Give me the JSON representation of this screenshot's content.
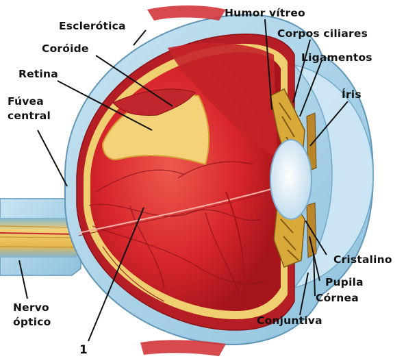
{
  "labels": {
    "esclerotica": "Esclerótica",
    "coroide": "Coróide",
    "retina": "Retina",
    "fuvea_line1": "Fúvea",
    "fuvea_line2": "central",
    "nervo_line1": "Nervo",
    "nervo_line2": "óptico",
    "humor_vitreo": "Humor vítreo",
    "corpos_ciliares": "Corpos ciliares",
    "ligamentos": "Ligamentos",
    "iris": "Íris",
    "cristalino": "Cristalino",
    "pupila": "Pupila",
    "cornea": "Córnea",
    "conjuntiva": "Conjuntiva",
    "numero": "1"
  },
  "colors": {
    "sclera": "#a9d4ea",
    "sclera_dark": "#6fa9c8",
    "choroid": "#b51e24",
    "retina": "#f2cf6b",
    "vitreous": "#d8262c",
    "vitreous_light": "#ec5b4f",
    "lens": "#e8f3fb",
    "iris": "#c9962a",
    "nerve": "#f0d27a",
    "label": "#111111"
  }
}
